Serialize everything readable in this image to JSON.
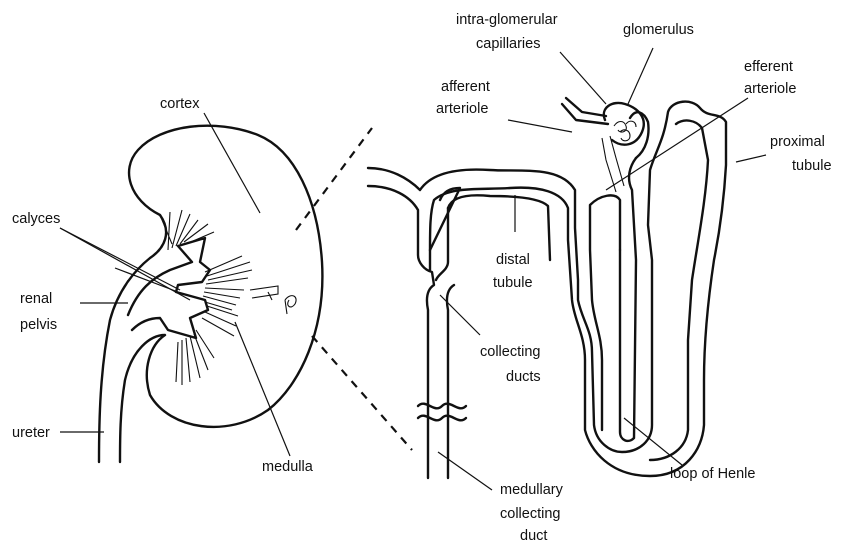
{
  "labels": {
    "cortex": "cortex",
    "calyces": "calyces",
    "renal_pelvis": [
      "renal",
      "pelvis"
    ],
    "ureter": "ureter",
    "medulla": "medulla",
    "intra_glomerular_capillaries": [
      "intra-glomerular",
      "capillaries"
    ],
    "glomerulus": "glomerulus",
    "afferent_arteriole": [
      "afferent",
      "arteriole"
    ],
    "efferent_arteriole": [
      "efferent",
      "arteriole"
    ],
    "proximal_tubule": [
      "proximal",
      "tubule"
    ],
    "distal_tubule": [
      "distal",
      "tubule"
    ],
    "collecting_ducts": [
      "collecting",
      "ducts"
    ],
    "loop_of_henle": "loop of Henle",
    "medullary_collecting_duct": [
      "medullary",
      "collecting",
      "duct"
    ]
  }
}
